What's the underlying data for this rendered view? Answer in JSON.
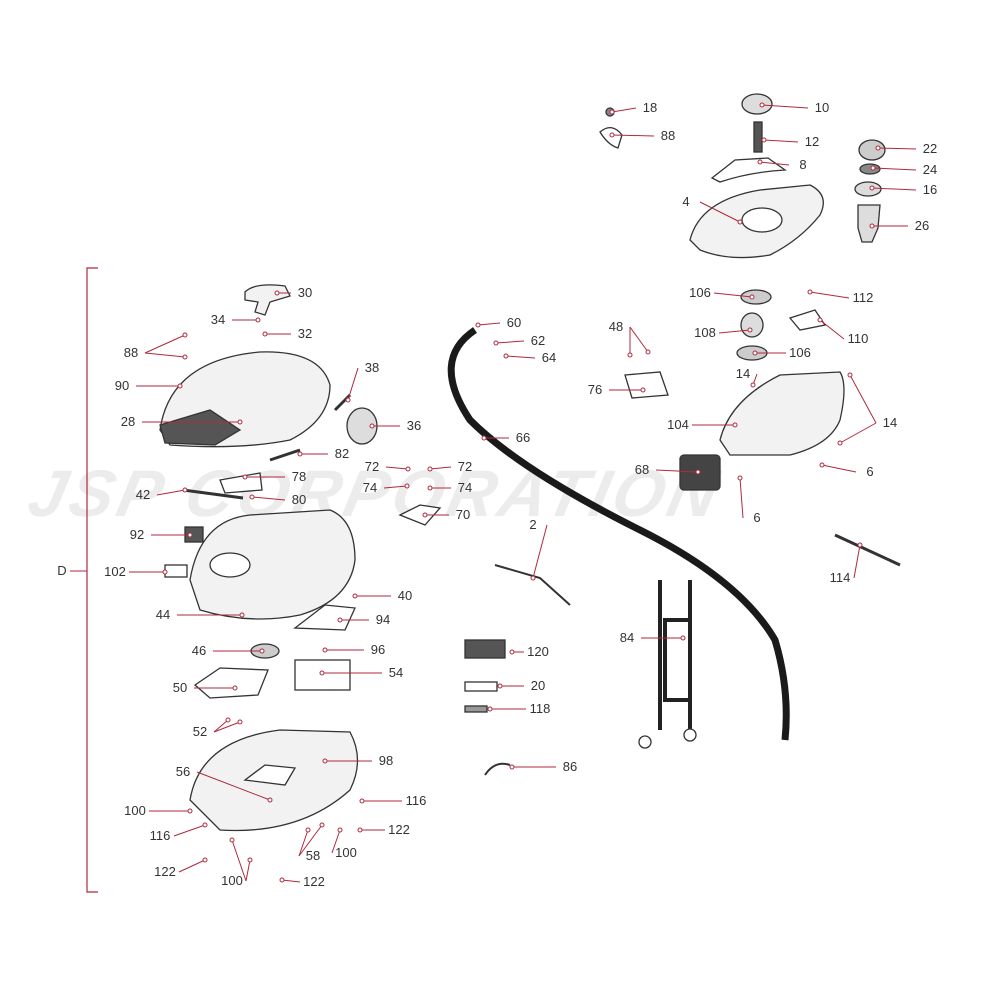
{
  "watermark": "JSP CORPORATION",
  "section_label": "D",
  "callouts": [
    "18",
    "88",
    "10",
    "12",
    "8",
    "22",
    "24",
    "16",
    "4",
    "26",
    "106",
    "112",
    "108",
    "110",
    "106",
    "48",
    "60",
    "62",
    "64",
    "14",
    "76",
    "104",
    "14",
    "66",
    "68",
    "6",
    "6",
    "2",
    "114",
    "84",
    "120",
    "20",
    "118",
    "86",
    "30",
    "34",
    "32",
    "88",
    "90",
    "38",
    "28",
    "36",
    "82",
    "72",
    "72",
    "74",
    "74",
    "78",
    "42",
    "80",
    "70",
    "92",
    "102",
    "44",
    "40",
    "94",
    "96",
    "46",
    "54",
    "50",
    "52",
    "98",
    "56",
    "100",
    "116",
    "116",
    "122",
    "58",
    "100",
    "122",
    "100",
    "122"
  ],
  "colors": {
    "leader": "#b02a3c",
    "text": "#333333",
    "part_outline": "#333333",
    "cable": "#1a1a1a"
  }
}
